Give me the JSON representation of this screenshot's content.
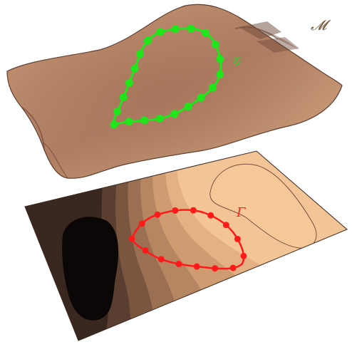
{
  "labels": {
    "manifold": "𝓜",
    "graph_on_manifold": "𝒢",
    "projected_curve": "Γ"
  },
  "colors": {
    "manifold_surface": "#b98b6d",
    "manifold_edge": "#4a3326",
    "graph_green": "#1ee61a",
    "curve_red": "#ff1a1a",
    "contour_dark": "#0a0706",
    "contour_light": "#f6c797",
    "manifold_label": "#7a5a3a",
    "graph_label": "#2fd12a",
    "curve_label": "#ff2020"
  },
  "graph_on_manifold": {
    "node_count": 21
  },
  "projected_curve": {
    "node_count": 15
  },
  "contour_plane": {
    "band_count": 8
  }
}
